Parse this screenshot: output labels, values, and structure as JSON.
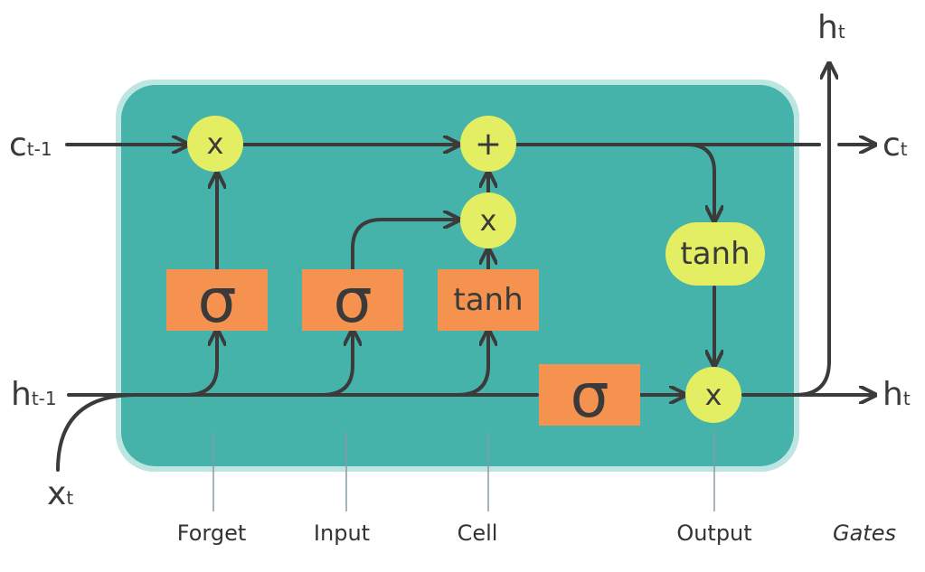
{
  "inputs": {
    "c_prev": {
      "base": "c",
      "sub": "t-1"
    },
    "h_prev": {
      "base": "h",
      "sub": "t-1"
    },
    "x_t": {
      "base": "x",
      "sub": "t"
    }
  },
  "outputs": {
    "c_t": {
      "base": "c",
      "sub": "t"
    },
    "h_t_right": {
      "base": "h",
      "sub": "t"
    },
    "h_t_top": {
      "base": "h",
      "sub": "t"
    }
  },
  "ops": {
    "forget_mul": "x",
    "cell_add": "+",
    "input_mul": "x",
    "output_mul": "x",
    "output_tanh": "tanh"
  },
  "layers": {
    "forget_sigma": "σ",
    "input_sigma": "σ",
    "cell_tanh": "tanh",
    "output_sigma": "σ"
  },
  "gates": {
    "forget": "Forget",
    "input": "Input",
    "cell": "Cell",
    "output": "Output",
    "caption": "Gates"
  },
  "colors": {
    "cell_bg": "#45B3AA",
    "cell_glow": "#BDE6E2",
    "layer_box": "#F5924F",
    "op_circle": "#E3EE62",
    "wire": "#3B3B3B"
  }
}
